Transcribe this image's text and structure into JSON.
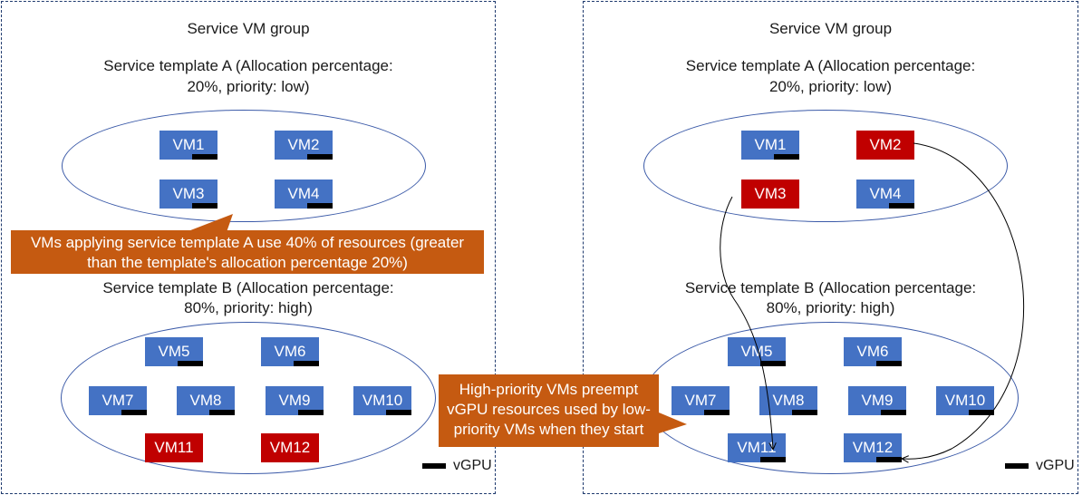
{
  "left_group": {
    "title": "Service VM group",
    "template_a": {
      "line1": "Service template A (Allocation percentage:",
      "line2": "20%, priority: low)",
      "vms": [
        {
          "label": "VM1",
          "state": "normal"
        },
        {
          "label": "VM2",
          "state": "normal"
        },
        {
          "label": "VM3",
          "state": "normal"
        },
        {
          "label": "VM4",
          "state": "normal"
        }
      ]
    },
    "template_b": {
      "line1": "Service template B (Allocation percentage:",
      "line2": "80%, priority: high)",
      "vms": [
        {
          "label": "VM5",
          "state": "normal"
        },
        {
          "label": "VM6",
          "state": "normal"
        },
        {
          "label": "VM7",
          "state": "normal"
        },
        {
          "label": "VM8",
          "state": "normal"
        },
        {
          "label": "VM9",
          "state": "normal"
        },
        {
          "label": "VM10",
          "state": "normal"
        },
        {
          "label": "VM11",
          "state": "stopped"
        },
        {
          "label": "VM12",
          "state": "stopped"
        }
      ]
    },
    "legend": "vGPU",
    "callout": {
      "line1": "VMs applying service template A use 40% of resources (greater",
      "line2": "than the template's allocation percentage 20%)"
    }
  },
  "right_group": {
    "title": "Service VM group",
    "template_a": {
      "line1": "Service template A (Allocation percentage:",
      "line2": "20%, priority: low)",
      "vms": [
        {
          "label": "VM1",
          "state": "normal"
        },
        {
          "label": "VM2",
          "state": "stopped"
        },
        {
          "label": "VM3",
          "state": "stopped"
        },
        {
          "label": "VM4",
          "state": "normal"
        }
      ]
    },
    "template_b": {
      "line1": "Service template B (Allocation percentage:",
      "line2": "80%, priority: high)",
      "vms": [
        {
          "label": "VM5",
          "state": "normal"
        },
        {
          "label": "VM6",
          "state": "normal"
        },
        {
          "label": "VM7",
          "state": "normal"
        },
        {
          "label": "VM8",
          "state": "normal"
        },
        {
          "label": "VM9",
          "state": "normal"
        },
        {
          "label": "VM10",
          "state": "normal"
        },
        {
          "label": "VM11",
          "state": "normal"
        },
        {
          "label": "VM12",
          "state": "normal"
        }
      ]
    },
    "legend": "vGPU",
    "callout": {
      "line1": "High-priority VMs preempt",
      "line2": "vGPU resources used by low-",
      "line3": "priority VMs when they start"
    }
  },
  "colors": {
    "vm_normal": "#4472c4",
    "vm_stopped": "#c00000",
    "callout": "#c55a11",
    "ellipse_border": "#3b5aa8",
    "group_border": "#1f3a6e"
  }
}
